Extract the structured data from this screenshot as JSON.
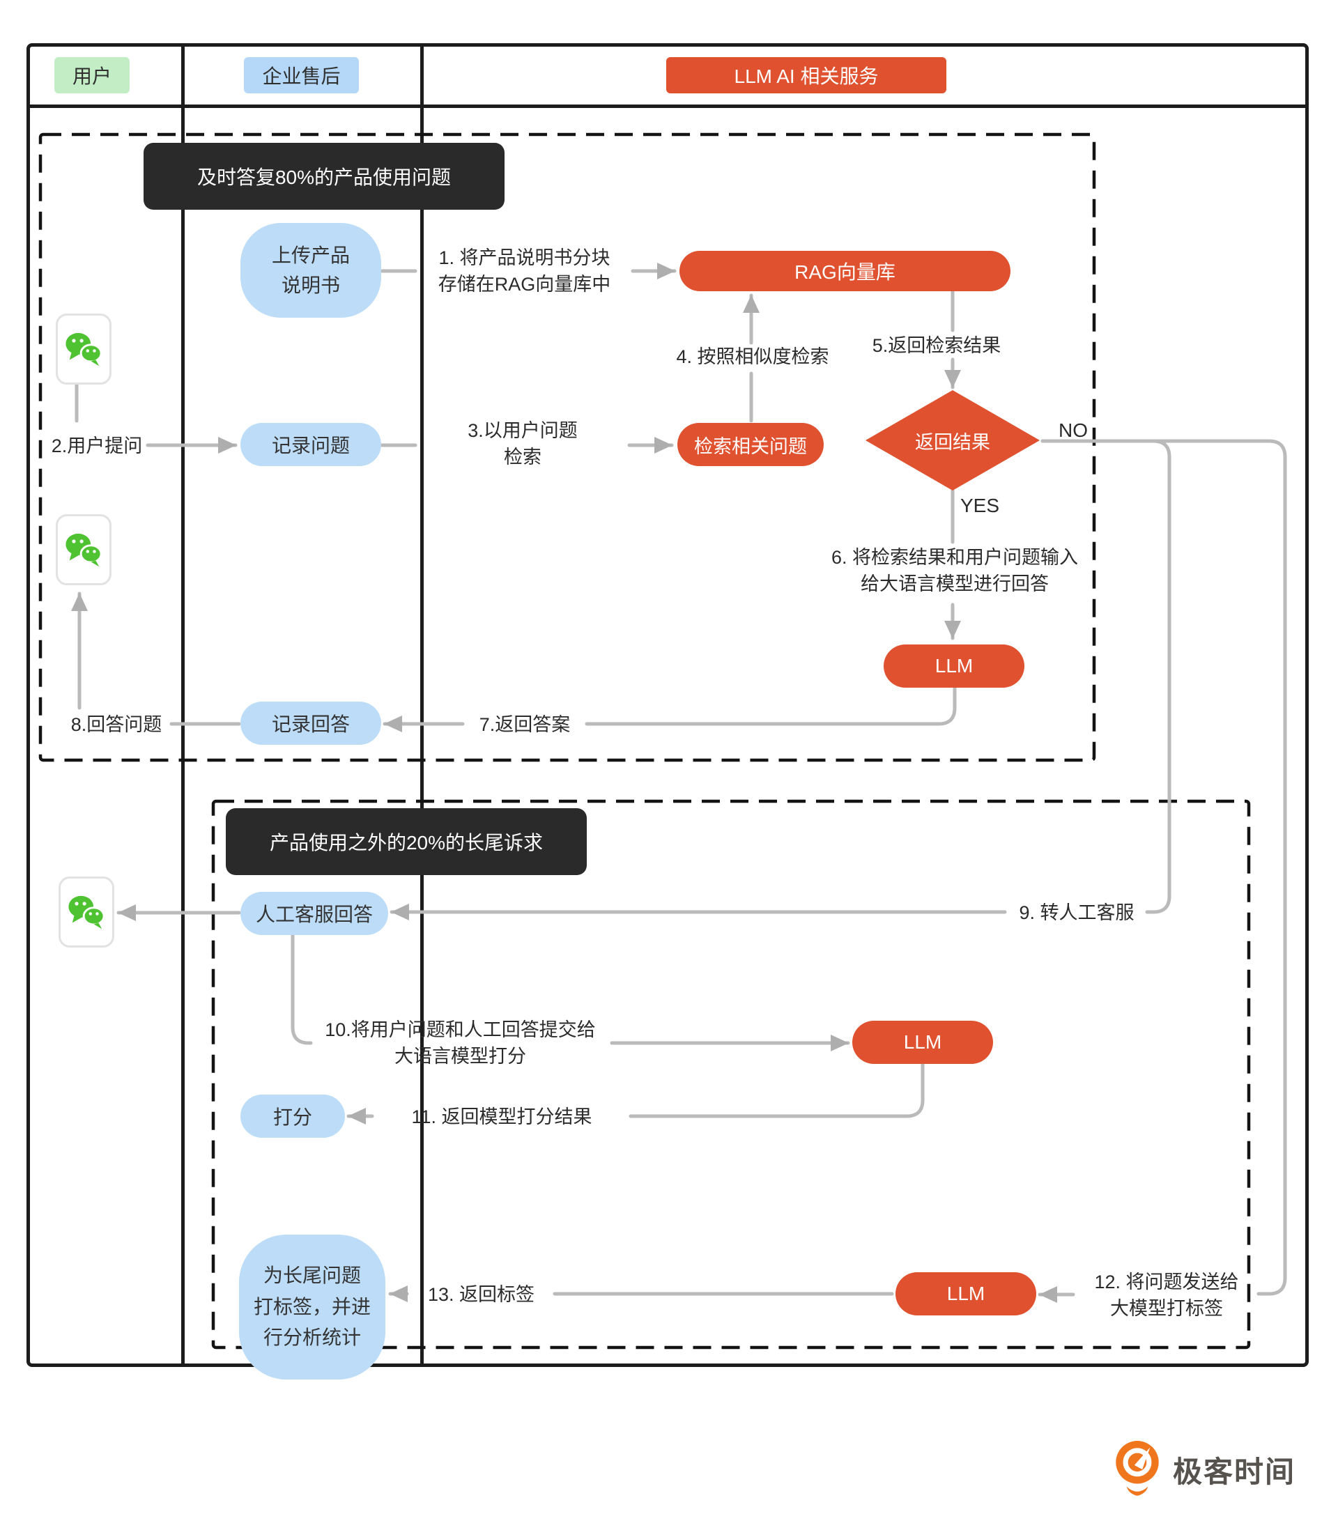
{
  "colors": {
    "orange": "#df512f",
    "light_blue": "#bcdcf8",
    "light_green": "#c3eec5",
    "header_blue": "#b5d8f8",
    "line_gray": "#bababa",
    "title_bg": "#2a2a2a",
    "wechat_green": "#4ec231",
    "logo_orange": "#f0761e"
  },
  "lanes": {
    "user": "用户",
    "aftersales": "企业售后",
    "llm_services": "LLM AI 相关服务"
  },
  "section1": {
    "title": "及时答复80%的产品使用问题",
    "nodes": {
      "upload_manual": "上传产品\n说明书",
      "rag_store": "RAG向量库",
      "record_question": "记录问题",
      "search_related": "检索相关问题",
      "decision_return": "返回结果",
      "llm": "LLM",
      "record_answer": "记录回答"
    },
    "labels": {
      "step1": "1. 将产品说明书分块\n存储在RAG向量库中",
      "step2": "2.用户提问",
      "step3": "3.以用户问题\n检索",
      "step4": "4. 按照相似度检索",
      "step5": "5.返回检索结果",
      "step6": "6. 将检索结果和用户问题输入\n给大语言模型进行回答",
      "step7": "7.返回答案",
      "step8": "8.回答问题",
      "no": "NO",
      "yes": "YES"
    }
  },
  "section2": {
    "title": "产品使用之外的20%的长尾诉求",
    "nodes": {
      "human_answer": "人工客服回答",
      "llm_score": "LLM",
      "score": "打分",
      "tag_longtail": "为长尾问题\n打标签，并进\n行分析统计",
      "llm_tag": "LLM"
    },
    "labels": {
      "step9": "9. 转人工客服",
      "step10": "10.将用户问题和人工回答提交给\n大语言模型打分",
      "step11": "11. 返回模型打分结果",
      "step12": "12. 将问题发送给\n大模型打标签",
      "step13": "13. 返回标签"
    }
  },
  "footer": {
    "logo_text": "极客时间"
  }
}
